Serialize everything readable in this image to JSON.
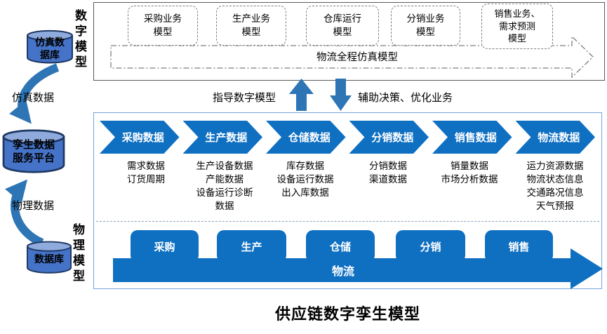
{
  "title": "供应链数字孪生模型",
  "colors": {
    "deep_blue": "#0f70c2",
    "mid_blue": "#2e75b6",
    "cylinder_body": "#4573c8",
    "cylinder_top": "#8faadc",
    "cylinder_outline": "#1f3864",
    "main_box_border": "#76a3db",
    "dash_gray": "#7f7f7f"
  },
  "left": {
    "sim_db_lines": [
      "仿真数",
      "据库"
    ],
    "sim_data_label": "仿真数据",
    "platform_lines": [
      "孪生数据",
      "服务平台"
    ],
    "physical_data_label": "物理数据",
    "db_label": "数据库"
  },
  "digital": {
    "side_label": "数字模型",
    "boxes": [
      {
        "lines": [
          "采购业务",
          "模型",
          ""
        ]
      },
      {
        "lines": [
          "生产业务",
          "模型",
          ""
        ]
      },
      {
        "lines": [
          "仓库运行",
          "模型",
          ""
        ]
      },
      {
        "lines": [
          "分销业务",
          "模型",
          ""
        ]
      },
      {
        "lines": [
          "销售业务、",
          "需求预测",
          "模型"
        ]
      }
    ],
    "arrow_label": "物流全程仿真模型"
  },
  "mid": {
    "up_label": "指导数字模型",
    "down_label": "辅助决策、优化业务"
  },
  "data_layer": {
    "columns": [
      {
        "label": "采购数据",
        "lines": [
          "需求数据",
          "订货周期",
          "",
          ""
        ]
      },
      {
        "label": "生产数据",
        "lines": [
          "生产设备数据",
          "产能数据",
          "设备运行诊断",
          "数据"
        ]
      },
      {
        "label": "仓储数据",
        "lines": [
          "库存数据",
          "设备运行数据",
          "出入库数据",
          ""
        ]
      },
      {
        "label": "分销数据",
        "lines": [
          "分销数据",
          "渠道数据",
          "",
          ""
        ]
      },
      {
        "label": "销售数据",
        "lines": [
          "销量数据",
          "市场分析数据",
          "",
          ""
        ]
      },
      {
        "label": "物流数据",
        "lines": [
          "运力资源数据",
          "物流状态信息",
          "交通路况信息",
          "天气预报"
        ]
      }
    ]
  },
  "physical": {
    "side_label": "物理模型",
    "boxes": [
      "采购",
      "生产",
      "仓储",
      "分销",
      "销售"
    ],
    "arrow_label": "物流"
  }
}
